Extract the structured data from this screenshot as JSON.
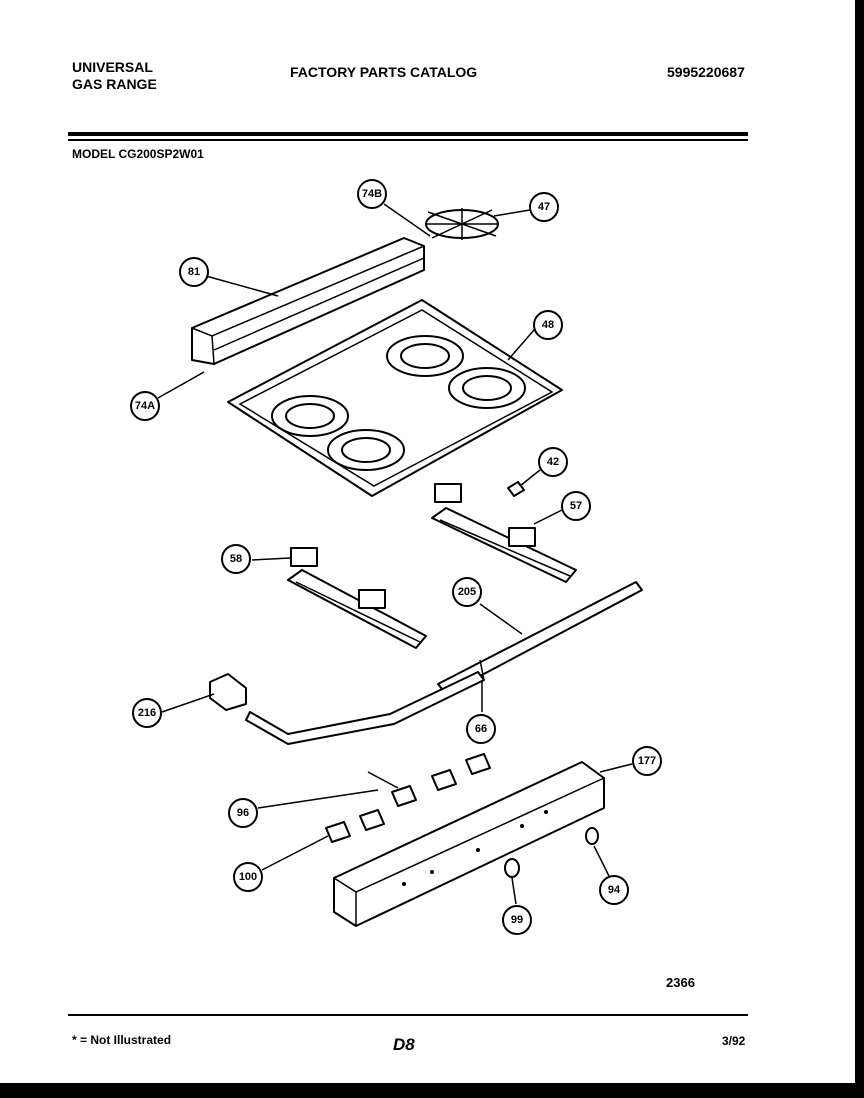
{
  "header": {
    "brand_line1": "UNIVERSAL",
    "brand_line2": "GAS RANGE",
    "catalog_title": "FACTORY PARTS CATALOG",
    "part_number": "5995220687",
    "model": "MODEL CG200SP2W01"
  },
  "diagram": {
    "figure_number": "2366",
    "callouts": [
      "74B",
      "47",
      "81",
      "48",
      "74A",
      "42",
      "57",
      "58",
      "205",
      "216",
      "66",
      "177",
      "96",
      "100",
      "94",
      "99"
    ]
  },
  "footer": {
    "note": "* = Not Illustrated",
    "page": "D8",
    "date": "3/92"
  }
}
